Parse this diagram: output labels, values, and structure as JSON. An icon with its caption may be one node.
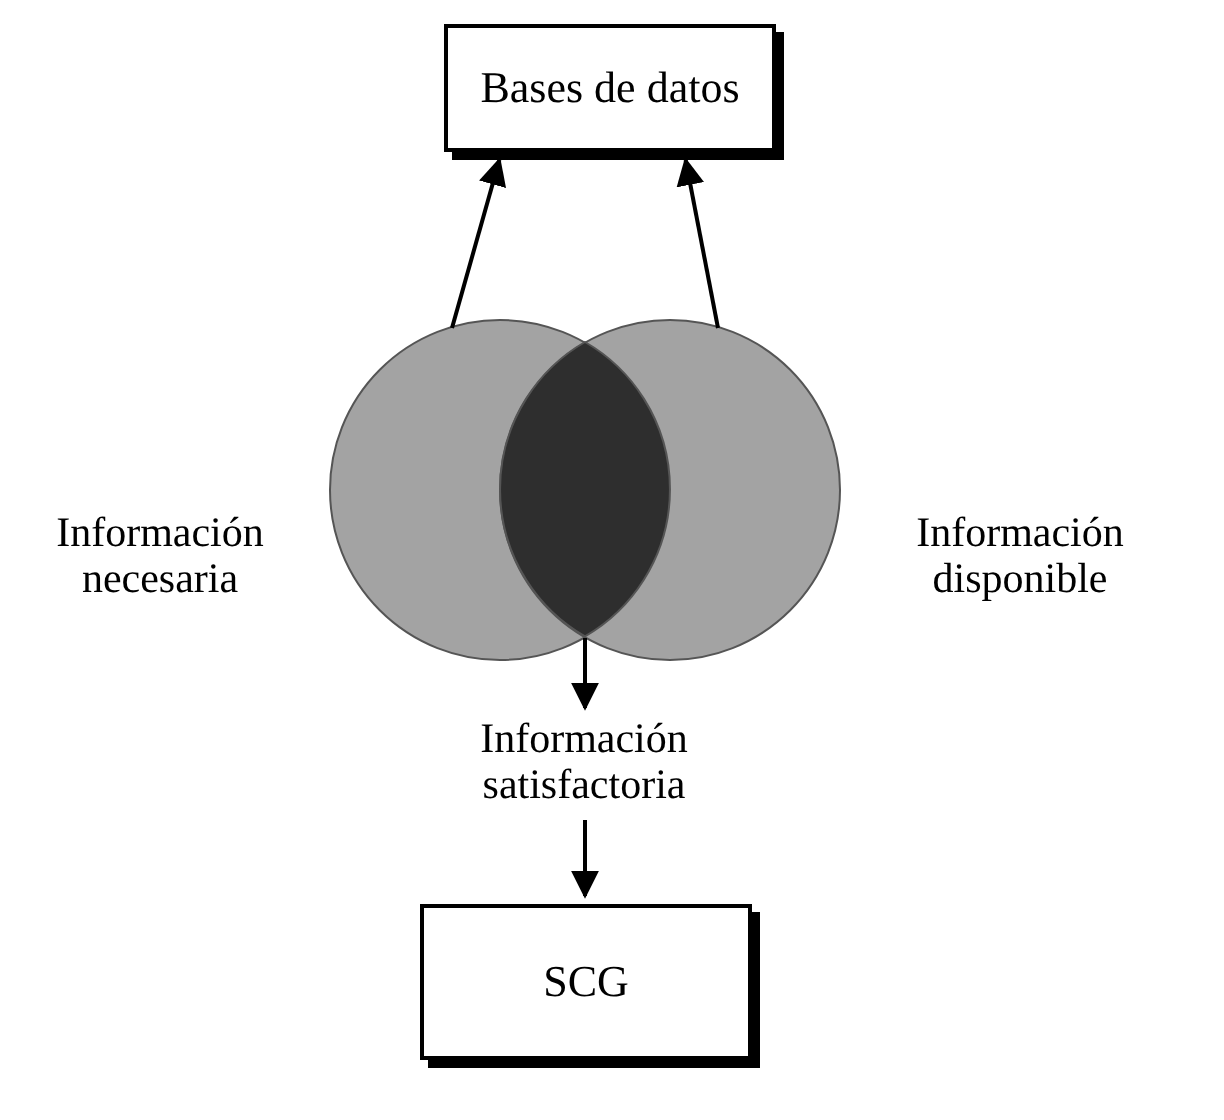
{
  "diagram": {
    "nodes": [
      {
        "text": [
          "Bases de datos"
        ]
      },
      {
        "text": [
          "Información necesaria"
        ]
      },
      {
        "text": [
          "Información disponible"
        ]
      },
      {
        "text": [],
        "shape": "lens"
      },
      {
        "text": [
          "Información satisfactoria"
        ]
      },
      {
        "text": [
          "SCG"
        ]
      }
    ],
    "edges": [
      {
        "from": 1,
        "to": 0,
        "arrow": "to"
      },
      {
        "from": 2,
        "to": 0,
        "arrow": "to"
      },
      {
        "from": 3,
        "to": 4,
        "arrow": "to"
      },
      {
        "from": 4,
        "to": 5,
        "arrow": "to"
      }
    ]
  }
}
